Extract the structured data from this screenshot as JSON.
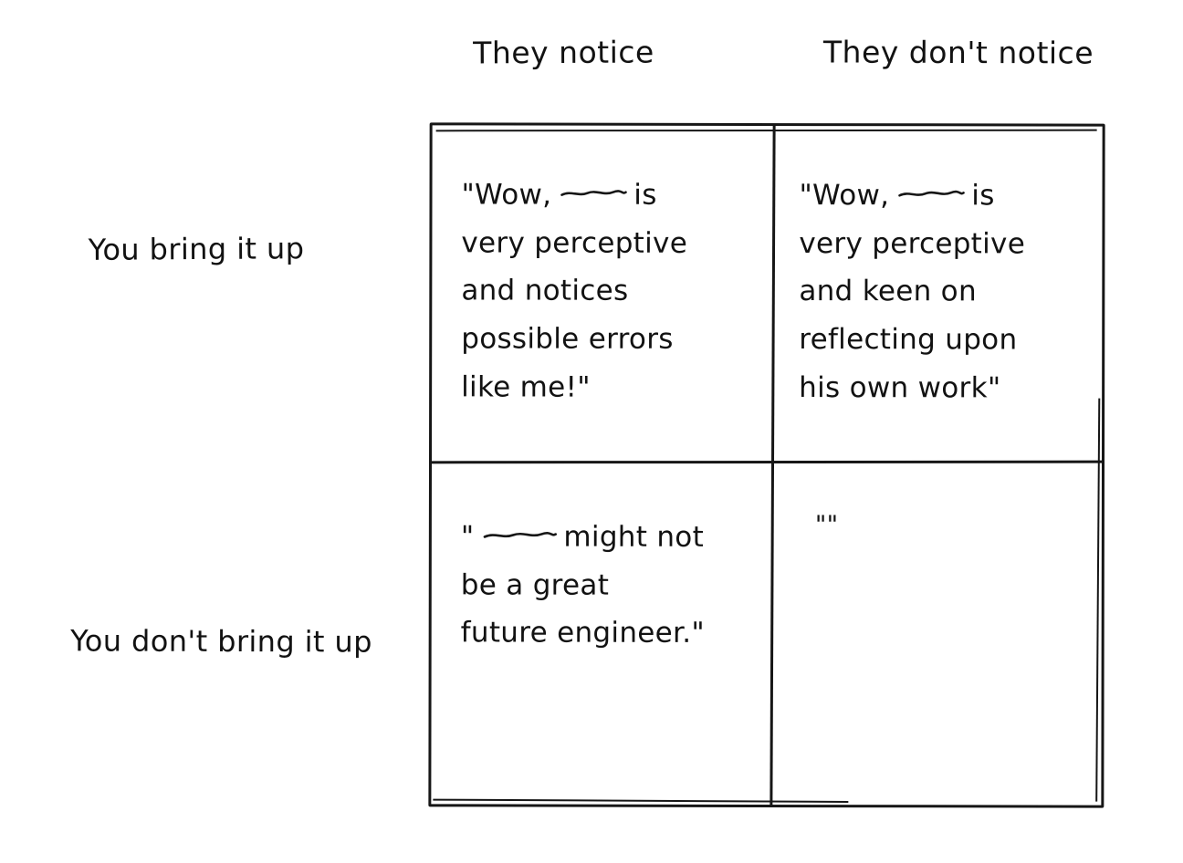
{
  "matrix": {
    "col_headers": [
      "They notice",
      "They don't notice"
    ],
    "row_headers": [
      "You bring it up",
      "You don't bring it up"
    ],
    "cells": {
      "bring_notice": {
        "before_blank": "\"Wow,",
        "after_blank": "is\nvery perceptive\nand notices\npossible errors\nlike me!\""
      },
      "bring_dont_notice": {
        "before_blank": "\"Wow,",
        "after_blank": "is\nvery perceptive\nand keen on\nreflecting upon\nhis own work\""
      },
      "dont_bring_notice": {
        "before_blank": "\"",
        "after_blank": "might not\nbe a great\nfuture engineer.\""
      },
      "dont_bring_dont_notice": {
        "text": "\"\""
      }
    },
    "ink_color": "#161616",
    "background_color": "#ffffff"
  }
}
